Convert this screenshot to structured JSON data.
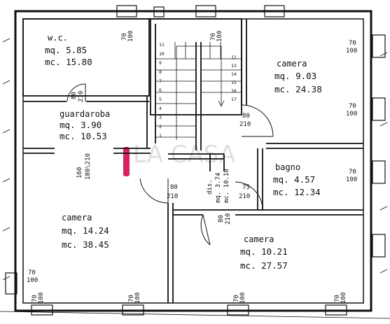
{
  "rooms": {
    "wc": {
      "name": "w.c.",
      "mq": "mq.  5.85",
      "mc": "mc.  15.80"
    },
    "guardaroba": {
      "name": "guardaroba",
      "mq": "mq.  3.90",
      "mc": "mc.  10.53"
    },
    "camera_ne": {
      "name": "camera",
      "mq": "mq.  9.03",
      "mc": "mc.  24.38"
    },
    "bagno": {
      "name": "bagno",
      "mq": "mq.  4.57",
      "mc": "mc.  12.34"
    },
    "camera_w": {
      "name": "camera",
      "mq": "mq.  14.24",
      "mc": "mc.  38.45"
    },
    "camera_se": {
      "name": "camera",
      "mq": "mq.  10.21",
      "mc": "mc.  27.57"
    },
    "dis": {
      "label": "dis.",
      "mq": "mq.  3.74",
      "mc": "mc.  10.10"
    }
  },
  "doors": {
    "d_wc": {
      "a": "80",
      "b": "210"
    },
    "d_hall": {
      "a": "80",
      "b": "210"
    },
    "d_center": {
      "a": "80",
      "b": "210"
    },
    "d_bagno": {
      "a": "75",
      "b": "210"
    },
    "d_se": {
      "a": "80",
      "b": "210"
    },
    "d_wardrobe": {
      "a": "160",
      "b": "180\\210"
    }
  },
  "windows": {
    "w_top1": {
      "a": "70",
      "b": "100"
    },
    "w_top2": {
      "a": "70",
      "b": "100"
    },
    "w_right1": {
      "a": "70",
      "b": "100"
    },
    "w_right2": {
      "a": "70",
      "b": "100"
    },
    "w_right3": {
      "a": "70",
      "b": "100"
    },
    "w_left": {
      "a": "70",
      "b": "100"
    },
    "w_bot1": {
      "a": "70",
      "b": "100"
    },
    "w_bot2": {
      "a": "70",
      "b": "100"
    },
    "w_bot3": {
      "a": "70",
      "b": "100"
    },
    "w_bot4": {
      "a": "70",
      "b": "100"
    }
  },
  "stairs": {
    "steps": [
      "1",
      "2",
      "3",
      "4",
      "5",
      "6",
      "7",
      "8",
      "9",
      "10",
      "11",
      "12",
      "13",
      "14",
      "15",
      "16",
      "17"
    ]
  },
  "watermark": {
    "text": "LA CASA"
  },
  "colors": {
    "line": "#111111",
    "accent": "#d6245e",
    "watermark": "#c8c8c8"
  }
}
